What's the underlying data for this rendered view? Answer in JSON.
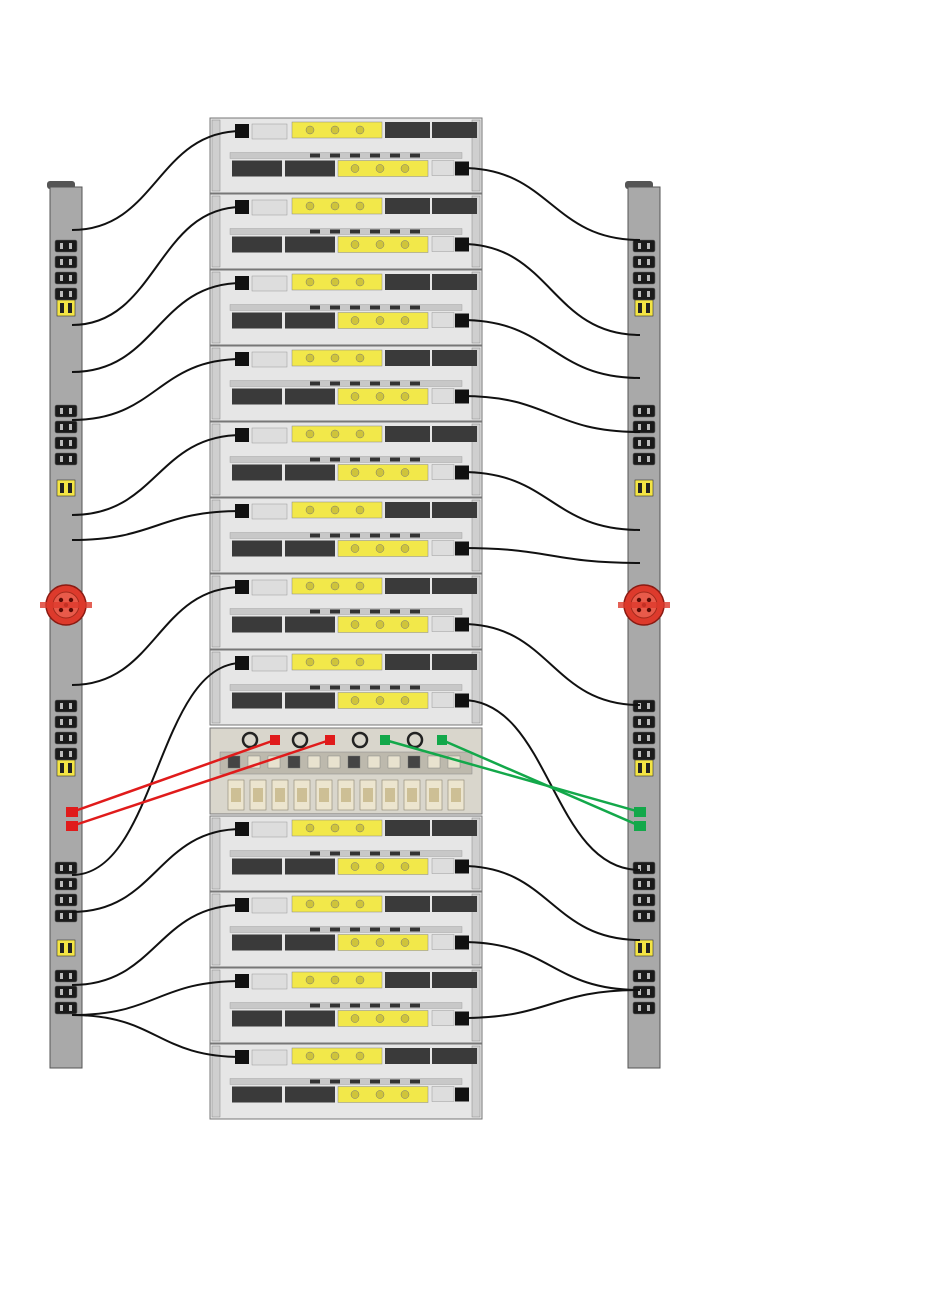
{
  "diagram": {
    "pdus": [
      {
        "side": "left",
        "breaker_icon": "red-breaker-icon"
      },
      {
        "side": "right",
        "breaker_icon": "red-breaker-icon"
      }
    ],
    "shelves": [
      {
        "kind": "disk-shelf",
        "count": 8
      },
      {
        "kind": "controller",
        "count": 1
      },
      {
        "kind": "disk-shelf",
        "count": 4
      }
    ],
    "controller_cables": [
      {
        "color": "#e01b1b",
        "pdu": "left"
      },
      {
        "color": "#e01b1b",
        "pdu": "left"
      },
      {
        "color": "#13a84a",
        "pdu": "right"
      },
      {
        "color": "#13a84a",
        "pdu": "right"
      }
    ],
    "colors": {
      "cable": "#111111",
      "pdu_body": "#a9a9a9",
      "shelf_body": "#e6e6e6",
      "shelf_yellow": "#f2e84a",
      "breaker": "#dd3a2c"
    }
  }
}
